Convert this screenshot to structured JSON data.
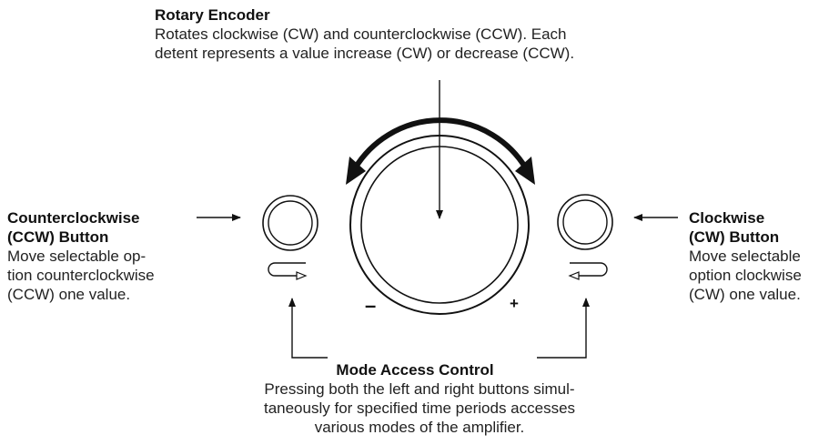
{
  "rotary_encoder": {
    "title": "Rotary Encoder",
    "description_line1": "Rotates clockwise (CW) and counterclockwise (CCW). Each",
    "description_line2": "detent represents a value increase (CW) or decrease (CCW)."
  },
  "ccw_button": {
    "title_line1": "Counterclockwise",
    "title_line2": "(CCW) Button",
    "description_line1": "Move selectable op-",
    "description_line2": "tion counterclockwise",
    "description_line3": "(CCW) one value."
  },
  "cw_button": {
    "title_line1": "Clockwise",
    "title_line2": "(CW) Button",
    "description_line1": "Move selectable",
    "description_line2": "option clockwise",
    "description_line3": "(CW) one value."
  },
  "mode_access": {
    "title": "Mode Access Control",
    "description_line1": "Pressing both the left and right buttons simul-",
    "description_line2": "taneously for specified time periods accesses",
    "description_line3": "various modes of the amplifier."
  },
  "knob_marks": {
    "minus": "–",
    "plus": "+"
  },
  "colors": {
    "ink": "#111111",
    "text": "#222222"
  }
}
